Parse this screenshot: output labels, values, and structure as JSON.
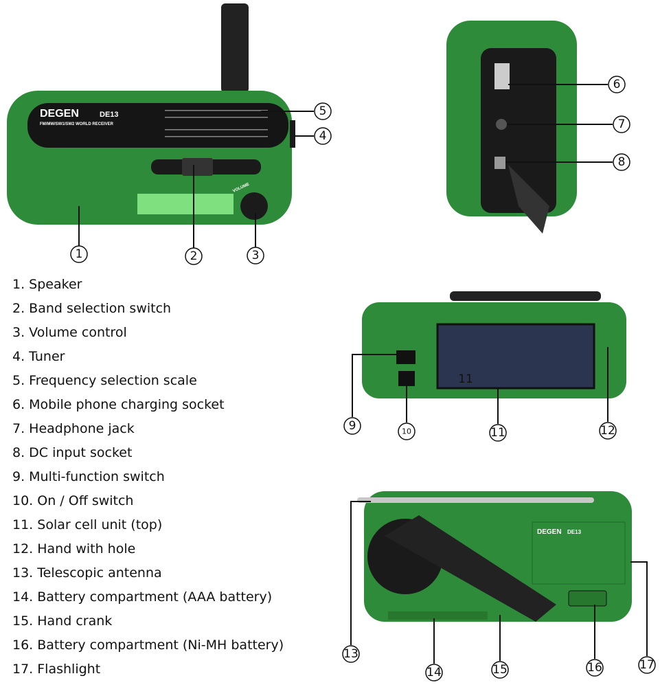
{
  "product_lettering": {
    "brand": "DEGEN",
    "model": "DE13",
    "subtitle": "FM/MW/SW1/SW2 WORLD RECEIVER",
    "volume": "VOLUME"
  },
  "colors": {
    "body_green": "#2e8b3a",
    "dark_green": "#1f6b2a",
    "black": "#1a1a1a",
    "solar": "#2b3550"
  },
  "callouts": [
    "1",
    "2",
    "3",
    "4",
    "5",
    "6",
    "7",
    "8",
    "9",
    "10",
    "11",
    "12",
    "13",
    "14",
    "15",
    "16",
    "17"
  ],
  "legend": [
    "1. Speaker",
    "2. Band selection switch",
    "3. Volume control",
    "4. Tuner",
    "5. Frequency selection scale",
    "6. Mobile phone charging socket",
    "7. Headphone jack",
    "8. DC input socket",
    "9. Multi-function switch",
    "10. On / Off switch",
    "11. Solar cell unit (top)",
    "12. Hand with hole",
    "13. Telescopic antenna",
    "14. Battery compartment (AAA battery)",
    "15. Hand crank",
    "16. Battery compartment (Ni-MH battery)",
    "17. Flashlight"
  ],
  "solar_label": "11"
}
